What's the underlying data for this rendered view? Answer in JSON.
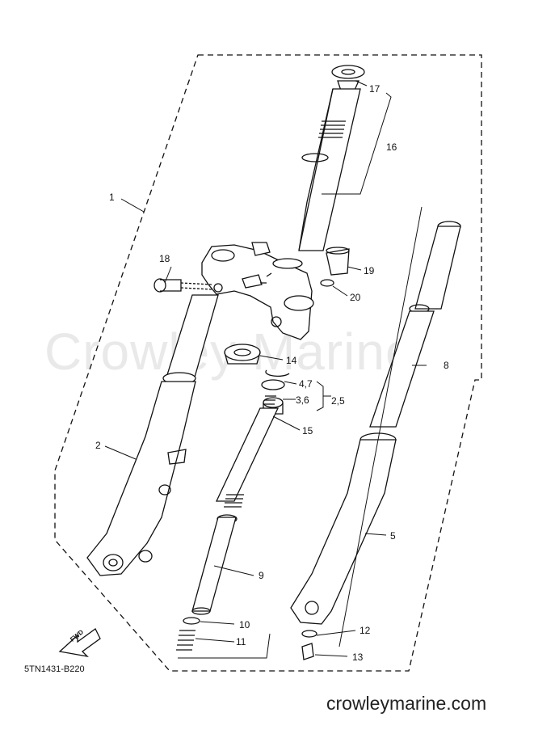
{
  "diagram": {
    "part_code": "5TN1431-B220",
    "watermark": "Crowley Marine",
    "site_url": "crowleymarine.com",
    "fwd_label": "FWD",
    "labels": [
      "17",
      "16",
      "1",
      "18",
      "19",
      "20",
      "14",
      "4,7",
      "3,6",
      "2,5",
      "15",
      "8",
      "2",
      "5",
      "9",
      "10",
      "11",
      "12",
      "13"
    ]
  }
}
